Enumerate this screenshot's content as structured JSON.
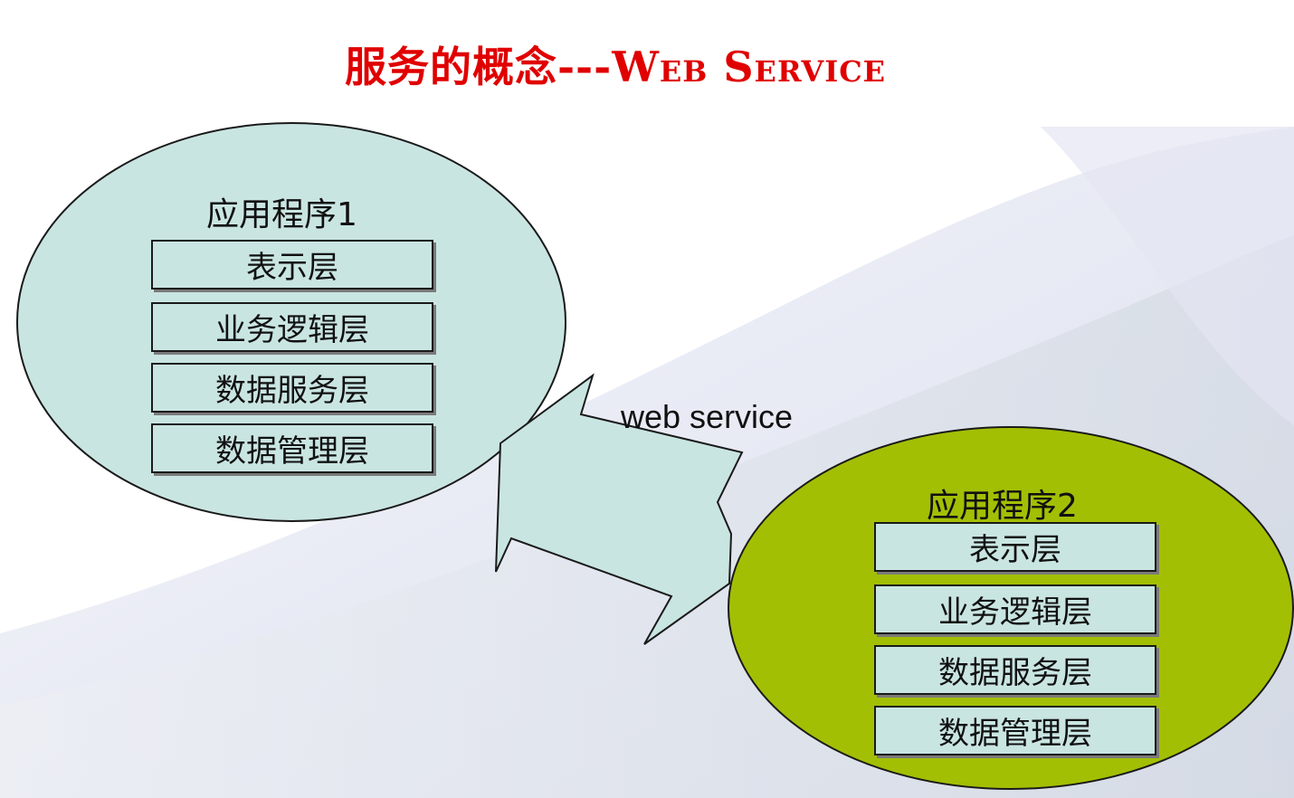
{
  "title": {
    "cn": "服务的概念---",
    "en": "Web Service"
  },
  "connector": {
    "label": "web service"
  },
  "app1": {
    "title": "应用程序1",
    "layers": [
      "表示层",
      "业务逻辑层",
      "数据服务层",
      "数据管理层"
    ],
    "fill": "#c9e5e2"
  },
  "app2": {
    "title": "应用程序2",
    "layers": [
      "表示层",
      "业务逻辑层",
      "数据服务层",
      "数据管理层"
    ],
    "fill": "#a3bf04"
  },
  "colors": {
    "title": "#e00000",
    "layer_fill": "#c9e5e2",
    "arrow_fill": "#c9e5e2"
  }
}
